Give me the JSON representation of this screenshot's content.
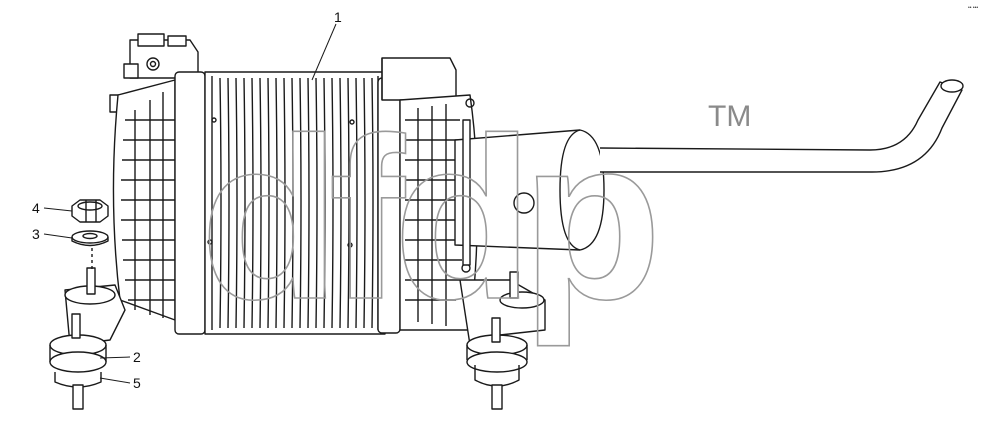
{
  "callouts": [
    {
      "id": "1",
      "label": "1"
    },
    {
      "id": "2",
      "label": "2"
    },
    {
      "id": "3",
      "label": "3"
    },
    {
      "id": "4",
      "label": "4"
    },
    {
      "id": "5",
      "label": "5"
    }
  ],
  "watermark": {
    "text": "dfdp",
    "trademark": "TM"
  },
  "corner_mark": "•• •••",
  "colors": {
    "line": "#1a1a1a",
    "watermark": "#9a9a9a",
    "background": "#ffffff"
  }
}
